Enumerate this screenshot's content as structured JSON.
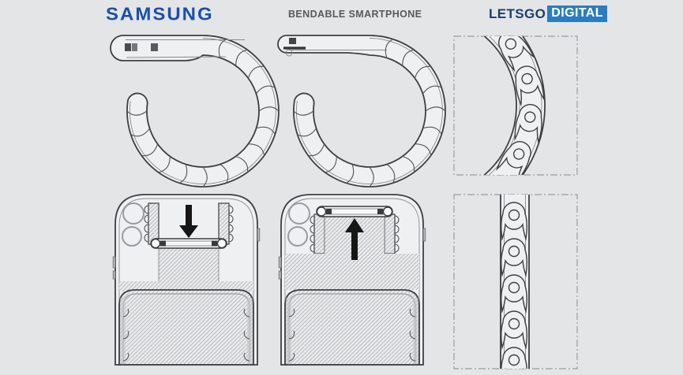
{
  "header": {
    "samsung_logo": "SAMSUNG",
    "title": "BENDABLE SMARTPHONE",
    "letsgo": "LETSGO",
    "digital": "DIGITAL"
  },
  "colors": {
    "background": "#e4e5e7",
    "samsung_blue": "#1b50a8",
    "title_gray": "#58595b",
    "letsgo_navy": "#1e3c6d",
    "letsgo_badge_blue": "#2b7dbf",
    "line_dark": "#3f3f42",
    "arrow_black": "#161616"
  }
}
